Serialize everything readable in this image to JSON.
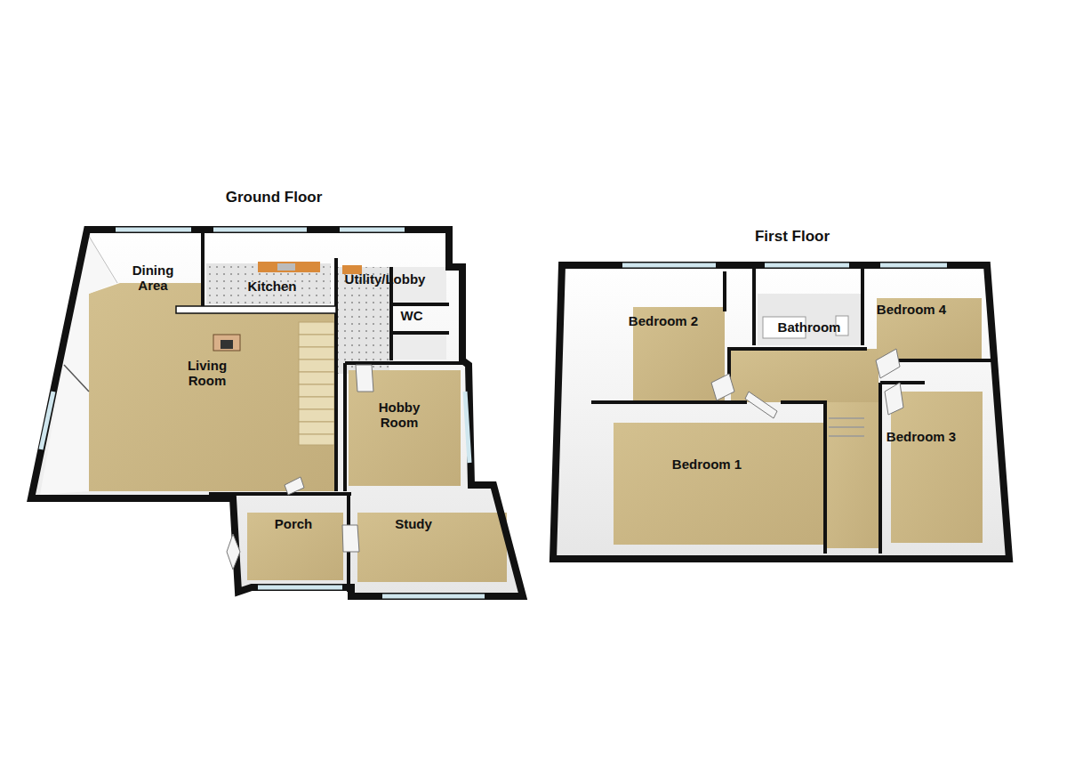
{
  "diagram": {
    "nodes": [
      {
        "text": [
          "Ground Floor"
        ]
      },
      {
        "text": [
          "Dining Area",
          "Living Room"
        ],
        "in": 0
      },
      {
        "text": [
          "Kitchen"
        ],
        "in": 0
      },
      {
        "text": [
          "Utility/Lobby"
        ],
        "in": 0
      },
      {
        "text": [
          "WC"
        ],
        "in": 0
      },
      {
        "text": [
          "Hobby Room"
        ],
        "in": 0
      },
      {
        "text": [
          "Porch"
        ],
        "in": 0
      },
      {
        "text": [
          "Study"
        ],
        "in": 0
      },
      {
        "text": [
          "First Floor"
        ]
      },
      {
        "text": [
          "Bedroom 2"
        ],
        "in": 8
      },
      {
        "text": [
          "Bathroom"
        ],
        "in": 8
      },
      {
        "text": [
          "Bedroom 4"
        ],
        "in": 8
      },
      {
        "text": [
          "Bedroom 1"
        ],
        "in": 8
      },
      {
        "text": [
          "Bedroom 3"
        ],
        "in": 8
      }
    ]
  }
}
